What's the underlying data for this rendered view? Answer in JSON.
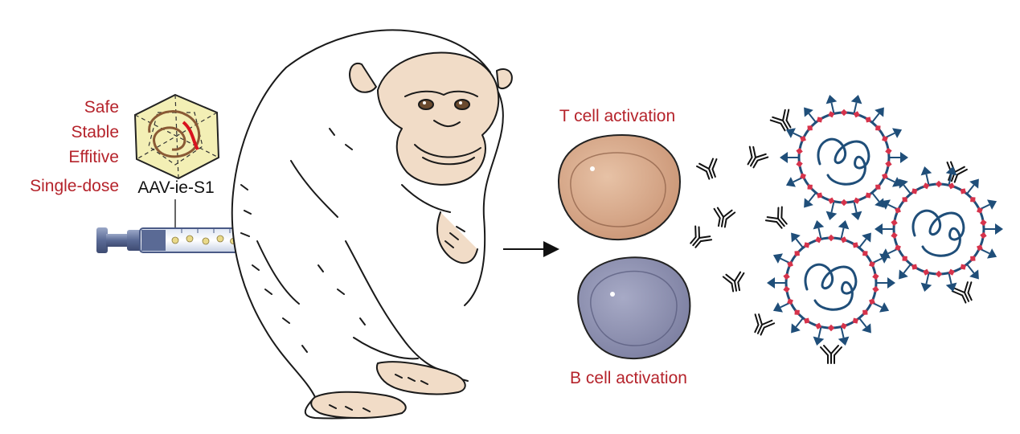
{
  "properties": [
    "Safe",
    "Stable",
    "Effitive",
    "Single-dose"
  ],
  "vector_label": "AAV-ie-S1",
  "t_cell_label": "T cell activation",
  "b_cell_label": "B cell activation",
  "colors": {
    "label_red": "#b5232b",
    "virus_blue": "#1f4e79",
    "spike_red": "#d6334b",
    "t_cell": "#d9a98a",
    "b_cell": "#8d90b0",
    "capsid": "#f3efb5",
    "chimp_skin": "#f1dcc7"
  },
  "icons": [
    "capsid-icon",
    "syringe-icon",
    "chimpanzee-icon",
    "t-cell-icon",
    "b-cell-icon",
    "antibody-icon",
    "virus-icon",
    "arrow-icon"
  ]
}
